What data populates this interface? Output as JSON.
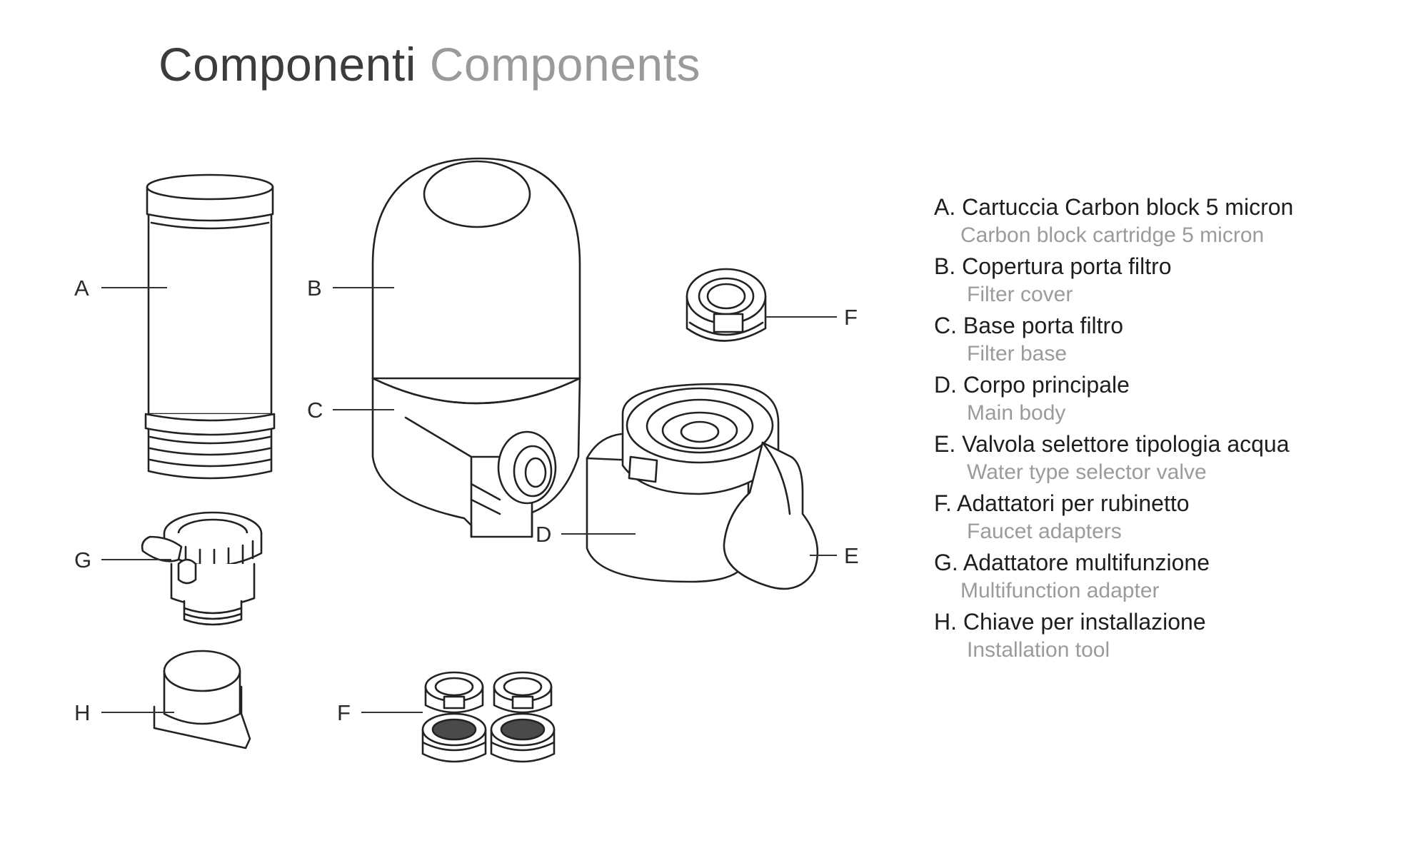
{
  "title": {
    "it": "Componenti",
    "en": "Components"
  },
  "callouts": {
    "a": "A",
    "b": "B",
    "c": "C",
    "d": "D",
    "e": "E",
    "f_top": "F",
    "f_bottom": "F",
    "g": "G",
    "h": "H"
  },
  "legend": [
    {
      "it": "A. Cartuccia Carbon block 5 micron",
      "en": "Carbon block cartridge 5 micron"
    },
    {
      "it": "B. Copertura porta filtro",
      "en": "Filter cover"
    },
    {
      "it": "C. Base porta filtro",
      "en": "Filter base"
    },
    {
      "it": "D. Corpo principale",
      "en": "Main body"
    },
    {
      "it": "E. Valvola selettore tipologia acqua",
      "en": "Water type selector valve"
    },
    {
      "it": "F. Adattatori per rubinetto",
      "en": "Faucet adapters"
    },
    {
      "it": "G. Adattatore multifunzione",
      "en": "Multifunction adapter"
    },
    {
      "it": "H. Chiave per installazione",
      "en": "Installation tool"
    }
  ]
}
